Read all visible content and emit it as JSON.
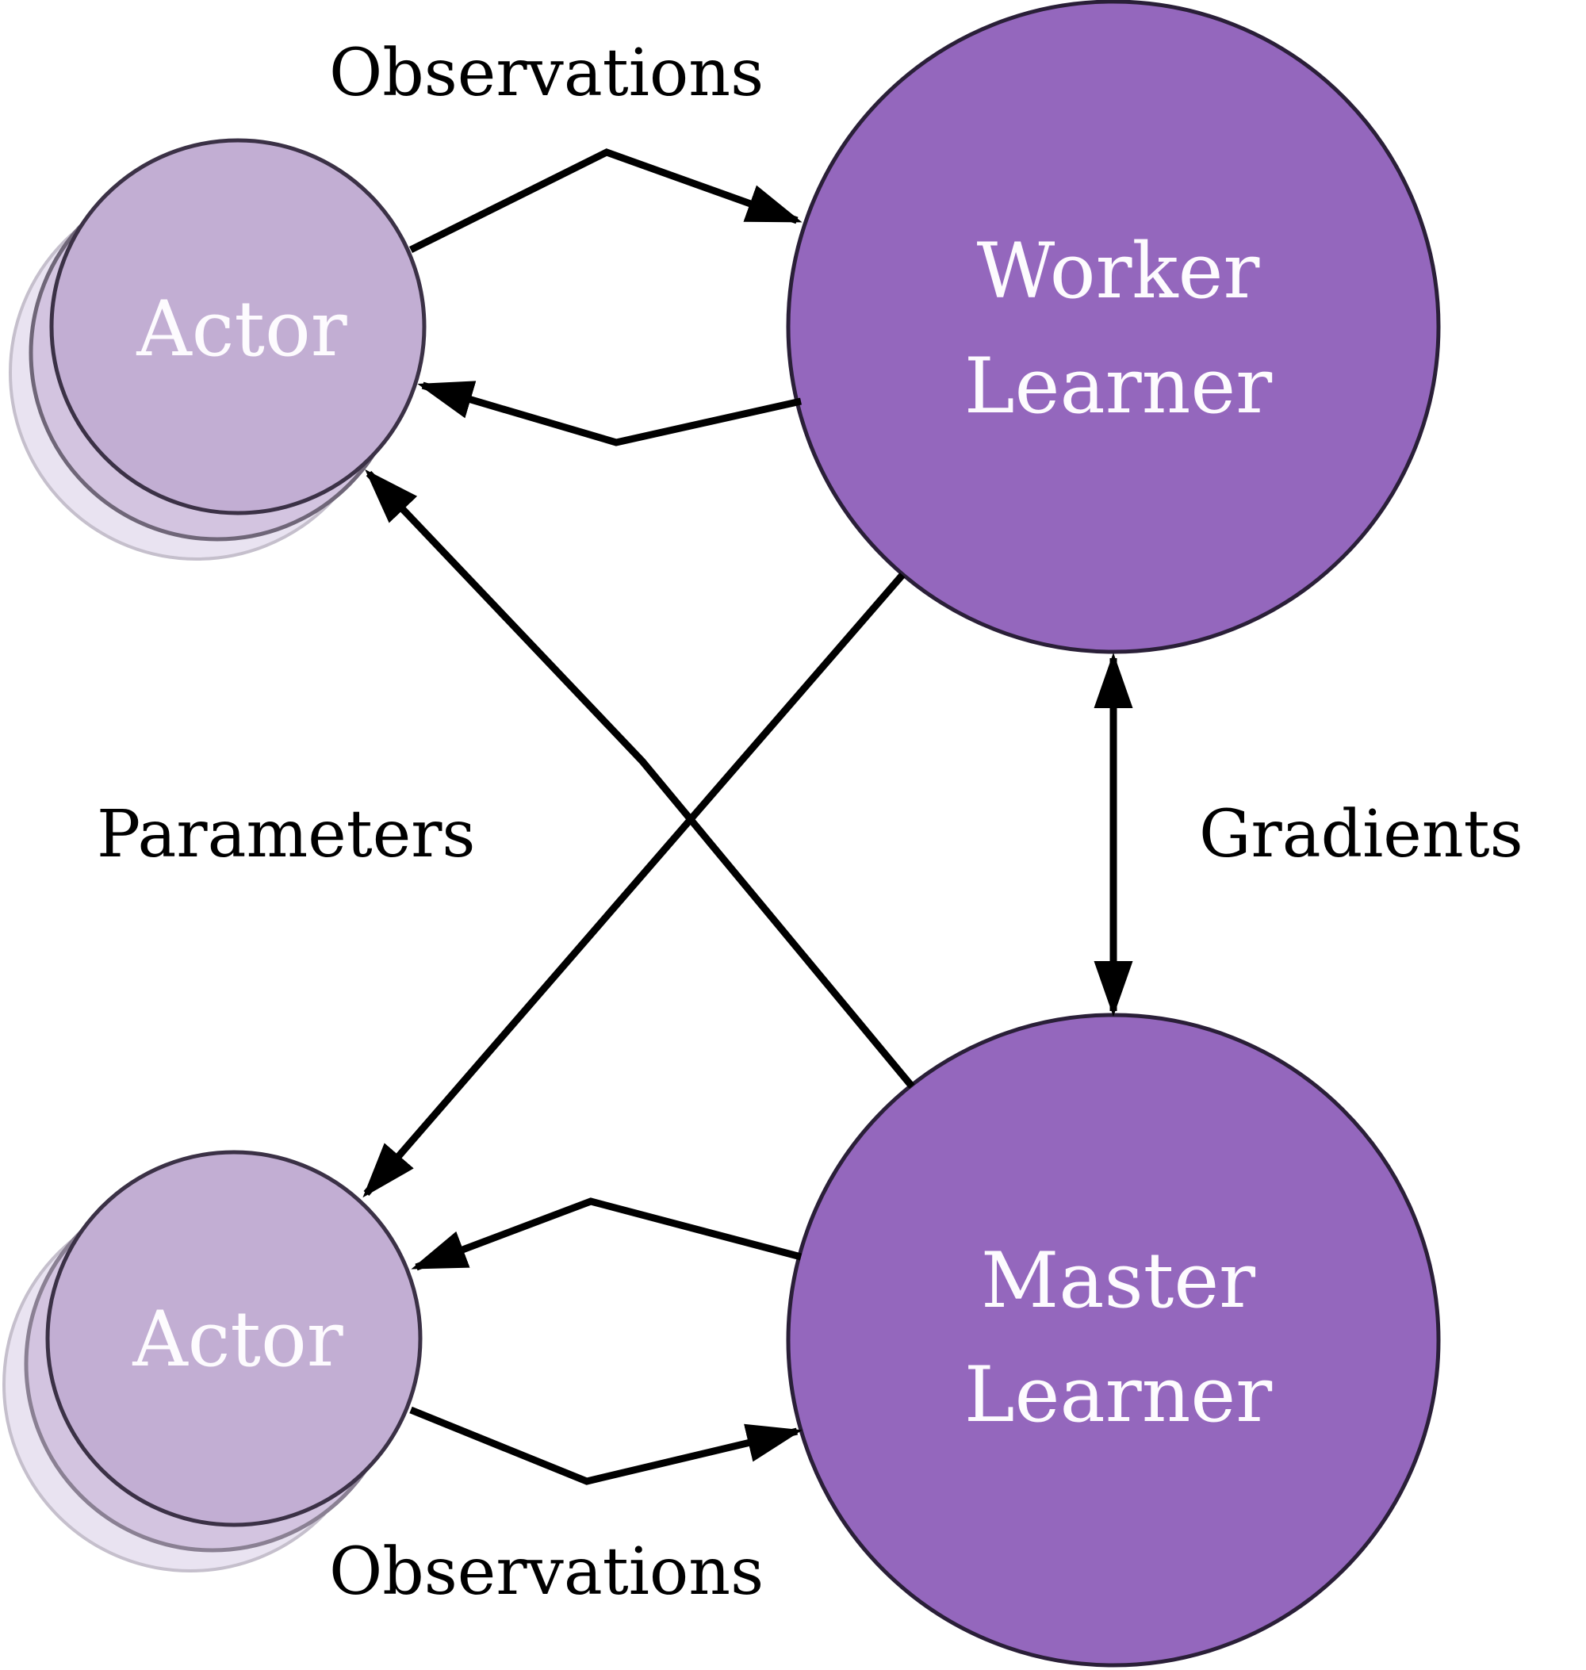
{
  "colors": {
    "actor_fill": "#c2aed3",
    "actor_shadow1": "#d3c4e0",
    "actor_shadow2": "#e9e3f1",
    "learner_fill": "#9467bd",
    "node_stroke": "#3b3146",
    "edge": "#000000",
    "node_text": "#fdfbfe"
  },
  "nodes": {
    "actor_top": {
      "label": "Actor"
    },
    "actor_bottom": {
      "label": "Actor"
    },
    "worker": {
      "line1": "Worker",
      "line2": "Learner"
    },
    "master": {
      "line1": "Master",
      "line2": "Learner"
    }
  },
  "edge_labels": {
    "observations_top": "Observations",
    "observations_bottom": "Observations",
    "parameters": "Parameters",
    "gradients": "Gradients"
  }
}
